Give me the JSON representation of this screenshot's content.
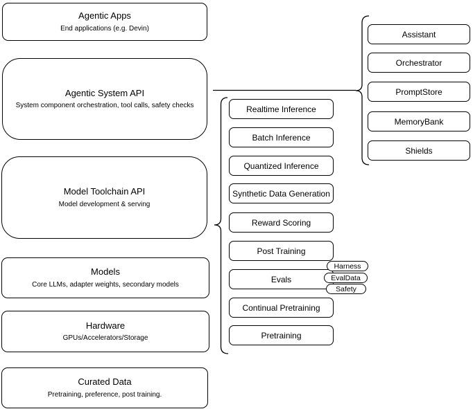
{
  "diagram": {
    "left_stack": [
      {
        "title": "Agentic Apps",
        "subtitle": "End applications (e.g. Devin)"
      },
      {
        "title": "Agentic System API",
        "subtitle": "System component orchestration, tool calls, safety checks"
      },
      {
        "title": "Model Toolchain API",
        "subtitle": "Model development & serving"
      },
      {
        "title": "Models",
        "subtitle": "Core LLMs, adapter weights, secondary models"
      },
      {
        "title": "Hardware",
        "subtitle": "GPUs/Accelerators/Storage"
      },
      {
        "title": "Curated Data",
        "subtitle": "Pretraining, preference, post training."
      }
    ],
    "toolchain_services": [
      "Realtime Inference",
      "Batch Inference",
      "Quantized Inference",
      "Synthetic Data Generation",
      "Reward Scoring",
      "Post Training",
      "Evals",
      "Continual Pretraining",
      "Pretraining"
    ],
    "eval_tags": [
      "Harness",
      "EvalData",
      "Safety"
    ],
    "system_components": [
      "Assistant",
      "Orchestrator",
      "PromptStore",
      "MemoryBank",
      "Shields"
    ],
    "colors": {
      "stroke": "#000000",
      "fill": "#ffffff",
      "text": "#000000"
    }
  }
}
